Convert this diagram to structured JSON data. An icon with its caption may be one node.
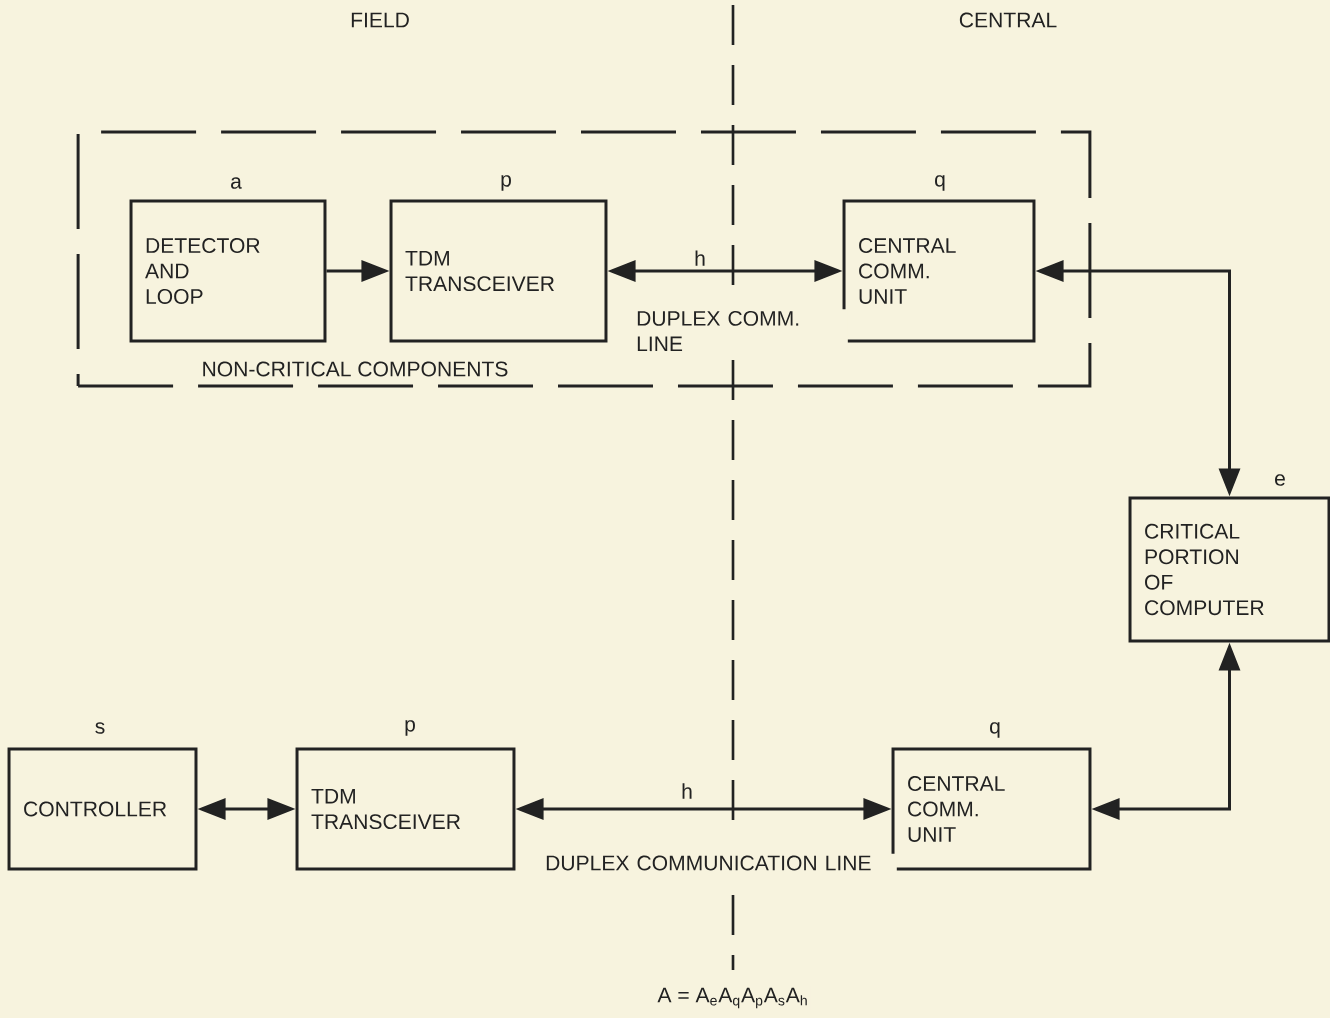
{
  "diagram": {
    "nodes": [
      {
        "text": [
          "NON-CRITICAL COMPONENTS"
        ]
      },
      {
        "text": [
          "DETECTOR AND LOOP"
        ],
        "beside": [
          "a"
        ],
        "in": 0
      },
      {
        "text": [
          "TDM TRANSCEIVER"
        ],
        "beside": [
          "p"
        ],
        "in": 0
      },
      {
        "text": [
          "CENTRAL COMM. UNIT"
        ],
        "beside": [
          "q"
        ],
        "in": 0
      },
      {
        "text": [
          "CRITICAL PORTION OF COMPUTER"
        ],
        "beside": [
          "e"
        ]
      },
      {
        "text": [
          "CONTROLLER"
        ],
        "beside": [
          "s"
        ]
      },
      {
        "text": [
          "TDM TRANSCEIVER"
        ],
        "beside": [
          "p"
        ]
      },
      {
        "text": [
          "CENTRAL COMM. UNIT"
        ],
        "beside": [
          "q"
        ]
      }
    ],
    "edges": [
      {
        "from": 1,
        "to": 2,
        "arrow": "to"
      },
      {
        "from": 2,
        "to": 3,
        "arrow": "both",
        "label": "h"
      },
      {
        "from": 3,
        "to": 4,
        "arrow": "both"
      },
      {
        "from": 5,
        "to": 6,
        "arrow": "both"
      },
      {
        "from": 6,
        "to": 7,
        "arrow": "both",
        "label": "h"
      },
      {
        "from": 7,
        "to": 4,
        "arrow": "both"
      }
    ],
    "labels": [
      "FIELD",
      "CENTRAL",
      "DUPLEX COMM. LINE",
      "DUPLEX COMMUNICATION LINE",
      "A = A$_{e}$A$_{q}$A$_{p}$A$_{s}$A$_{h}$"
    ]
  }
}
